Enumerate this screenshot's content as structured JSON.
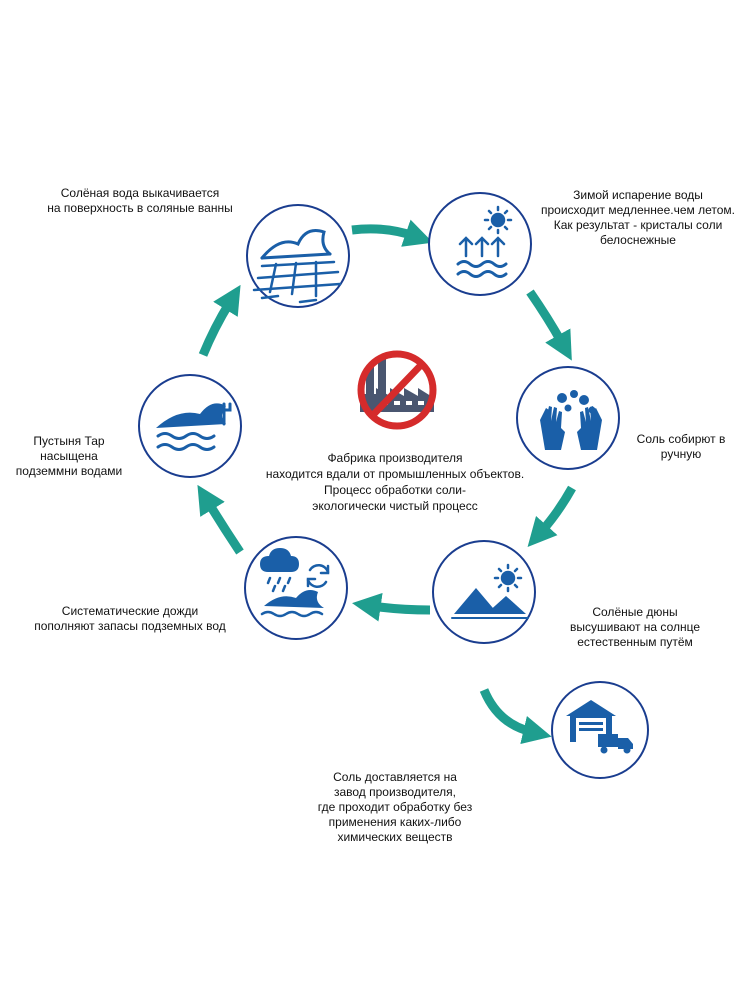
{
  "center": {
    "lines": [
      "Фабрика производителя",
      "находится вдали от промышленных объектов.",
      "Процесс обработки соли-",
      "экологически чистый процесс"
    ]
  },
  "steps": [
    {
      "id": "pump",
      "icon": "wave-pool-icon",
      "lines": [
        "Солёная вода выкачивается",
        "на поверхность в соляные ванны"
      ]
    },
    {
      "id": "evaporation",
      "icon": "sun-evaporation-icon",
      "lines": [
        "Зимой испарение воды",
        "происходит медленнее.чем летом.",
        "Как результат - кристалы соли",
        "белоснежные"
      ]
    },
    {
      "id": "hand-harvest",
      "icon": "hands-icon",
      "lines": [
        "Соль собирют в",
        "ручную"
      ]
    },
    {
      "id": "dunes",
      "icon": "sun-dunes-icon",
      "lines": [
        "Солёные дюны",
        "высушивают на солнце",
        "естественным путём"
      ]
    },
    {
      "id": "rain",
      "icon": "rain-recycle-icon",
      "lines": [
        "Систематические дожди",
        "пополняют запасы подземных вод"
      ]
    },
    {
      "id": "desert",
      "icon": "desert-wave-icon",
      "lines": [
        "Пустыня Тар",
        "насыщена",
        "подземмни водами"
      ]
    },
    {
      "id": "delivery",
      "icon": "warehouse-truck-icon",
      "lines": [
        "Соль доставляется на",
        "завод производителя,",
        "где проходит обработку без",
        "применения каких-либо",
        "химических веществ"
      ]
    }
  ],
  "colors": {
    "circle": "#1a3d8f",
    "icon": "#1a5fa8",
    "arrow": "#1f9e8f",
    "prohibit": "#d52b2b",
    "factory": "#4a5670"
  }
}
